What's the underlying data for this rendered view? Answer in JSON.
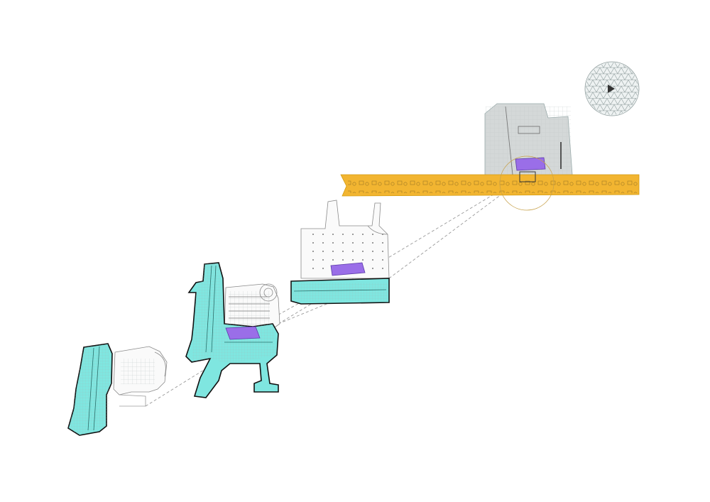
{
  "diagram": {
    "type": "exploded-axonometric-floor-plans",
    "levels": [
      {
        "id": "lower-platform",
        "zone": "circulation"
      },
      {
        "id": "mezzanine-parking",
        "zone": "circulation"
      },
      {
        "id": "concourse-hall",
        "zone": "circulation"
      },
      {
        "id": "street-level-hall",
        "zone": "street"
      }
    ],
    "legend_colors": {
      "circulation": "#7fe6e0",
      "street": "#f2b531",
      "core": "#9a6ee8",
      "building": "#d4d8d8",
      "outline": "#111111",
      "guide": "#9a9a9a"
    },
    "icons": [
      "dome-icon"
    ]
  }
}
